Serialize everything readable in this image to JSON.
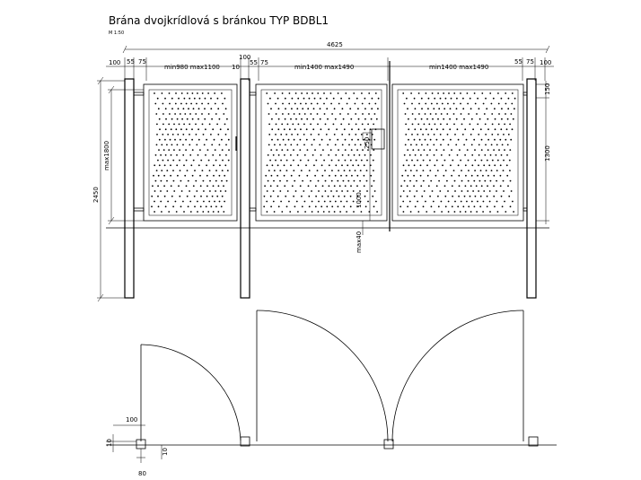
{
  "title": "Brána dvojkrídlová s bránkou TYP BDBL1",
  "scale": "M 1:50",
  "dimensions": {
    "total_width": "4625",
    "post_left": "100",
    "gap_a": "55",
    "gap_b": "75",
    "gap_c": "10",
    "post_mid": "100",
    "gap_d": "55",
    "gap_e": "75",
    "gap_f": "55",
    "gap_g": "75",
    "post_right": "100",
    "wicket_width": "min980 max1100",
    "leaf_left_width": "min1400 max1490",
    "leaf_right_width": "min1400 max1490",
    "height_total": "2450",
    "height_fill": "max1800",
    "handle_height": "1000",
    "lock_250": "250",
    "top_150": "150",
    "right_1300": "1300",
    "ground_gap": "max40",
    "plan_100_top": "100",
    "plan_10_left": "10",
    "plan_10_right": "10",
    "plan_80": "80"
  }
}
